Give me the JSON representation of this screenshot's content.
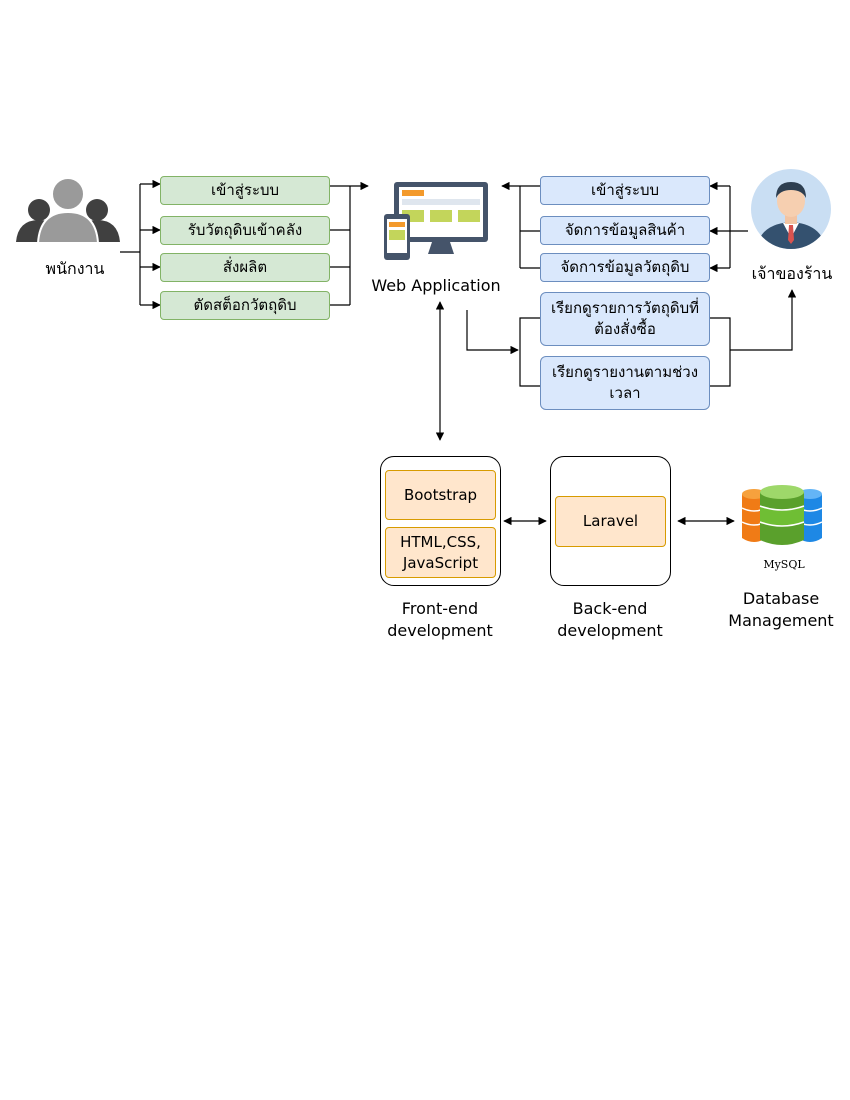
{
  "actors": {
    "employee": {
      "label": "พนักงาน",
      "icon": "employee-group-icon"
    },
    "owner": {
      "label": "เจ้าของร้าน",
      "icon": "owner-avatar-icon"
    }
  },
  "web_app": {
    "label": "Web Application",
    "icon": "web-application-icon"
  },
  "employee_functions": [
    "เข้าสู่ระบบ",
    "รับวัตถุดิบเข้าคลัง",
    "สั่งผลิต",
    "ตัดสต็อกวัตถุดิบ"
  ],
  "owner_functions": [
    "เข้าสู่ระบบ",
    "จัดการข้อมูลสินค้า",
    "จัดการข้อมูลวัตถุดิบ"
  ],
  "reports": [
    "เรียกดูรายการวัตถุดิบที่ต้องสั่งซื้อ",
    "เรียกดูรายงานตามช่วงเวลา"
  ],
  "frontend": {
    "items": [
      "Bootstrap",
      "HTML,CSS, JavaScript"
    ],
    "label": "Front-end development"
  },
  "backend": {
    "items": [
      "Laravel"
    ],
    "label": "Back-end development"
  },
  "database": {
    "icon_text": "MySQL",
    "label": "Database Management",
    "icon": "mysql-database-icon"
  },
  "colors": {
    "green_fill": "#d5e8d4",
    "green_stroke": "#82b366",
    "blue_fill": "#dae8fc",
    "blue_stroke": "#6c8ebf",
    "orange_fill": "#ffe6cc",
    "orange_stroke": "#d79b00"
  }
}
